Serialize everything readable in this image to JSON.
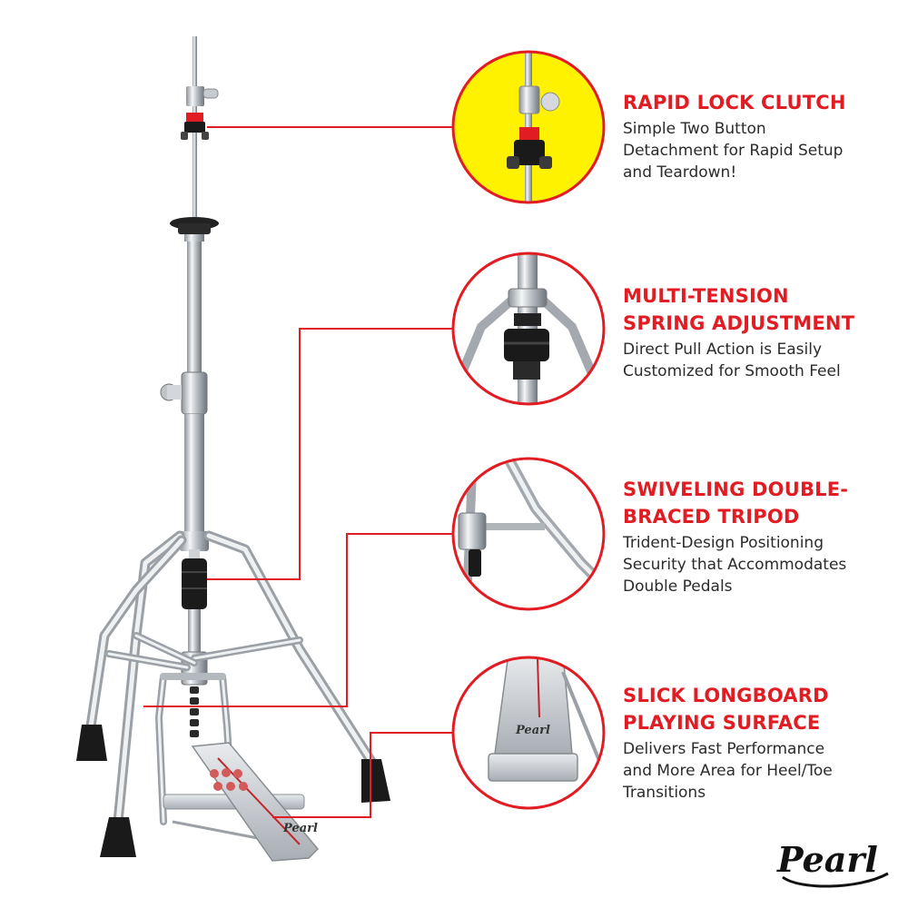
{
  "features": [
    {
      "title": [
        "RAPID LOCK CLUTCH"
      ],
      "desc": [
        "Simple Two Button",
        "Detachment for Rapid Setup",
        "and Teardown!"
      ]
    },
    {
      "title": [
        "MULTI-TENSION",
        "SPRING ADJUSTMENT"
      ],
      "desc": [
        "Direct Pull Action is Easily",
        "Customized for Smooth Feel"
      ]
    },
    {
      "title": [
        "SWIVELING DOUBLE-",
        "BRACED TRIPOD"
      ],
      "desc": [
        "Trident-Design Positioning",
        "Security that Accommodates",
        "Double Pedals"
      ]
    },
    {
      "title": [
        "SLICK LONGBOARD",
        "PLAYING SURFACE"
      ],
      "desc": [
        "Delivers Fast Performance",
        "and More Area for Heel/Toe",
        "Transitions"
      ]
    }
  ],
  "pedal_logo": "Pearl",
  "brand_logo": "Pearl",
  "colors": {
    "accent": "#e11d23",
    "highlight_circle": "#fff200",
    "chrome": "#c8ccd0",
    "rubber": "#1a1a1a"
  }
}
